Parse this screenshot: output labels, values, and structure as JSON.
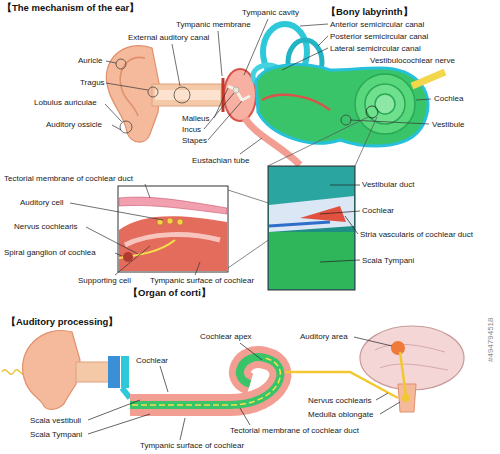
{
  "diagram": {
    "title": "【The mechanism of the ear】",
    "labels": [
      "【Bony labyrinth】",
      "Tympanic cavity",
      "Tympanic membrane",
      "Anterior semicircular canal",
      "External auditory canal",
      "Posterior semicircular canal",
      "Lateral semicircular canal",
      "Auricle",
      "Vestibulocochlear nerve",
      "Tragus",
      "Lobulus auriculae",
      "Cochlea",
      "Malleus",
      "Incus",
      "Auditory ossicle",
      "Stapes",
      "Vestibule",
      "Eustachian tube",
      "Tectorial membrane of cochlear duct",
      "Vestibular duct",
      "Auditory cell",
      "Cochlear",
      "Nervus cochlearis",
      "Stria vascularis of cochlear duct",
      "Spiral ganglion of cochlea",
      "Scala Tympani",
      "Supporting cell",
      "Tympanic surface of cochlear",
      "【Organ of corti】",
      "【Auditory processing】",
      "Cochlear apex",
      "Auditory area",
      "Cochlear",
      "Nervus cochlearis",
      "Scala vestibuli",
      "Medulla oblongate",
      "Scala Tympani",
      "Tectorial membrane of cochlear duct",
      "Tympanic surface of cochlear",
      "#494794518"
    ]
  }
}
